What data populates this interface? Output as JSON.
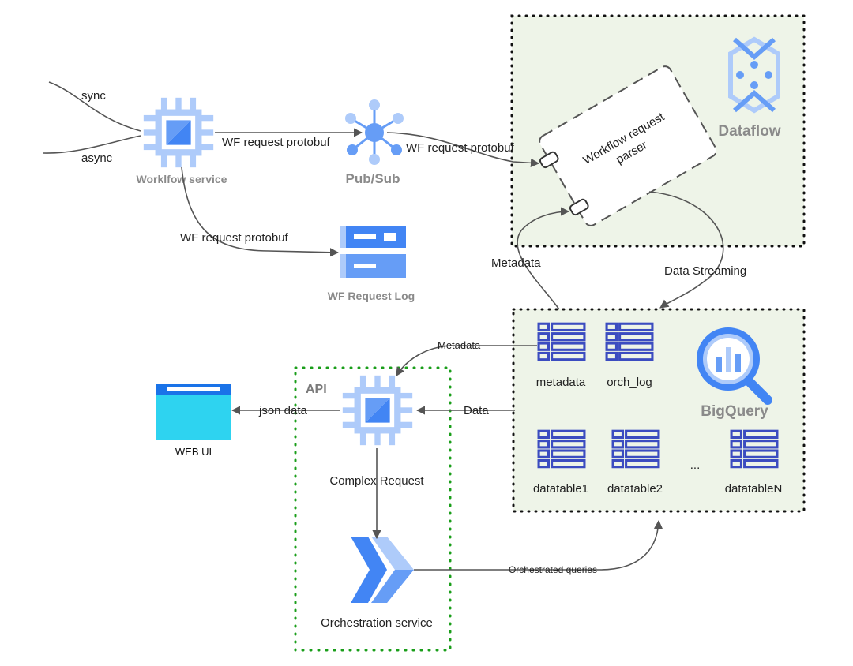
{
  "nodes": {
    "workflow_service": "Worklfow service",
    "pubsub": "Pub/Sub",
    "wf_request_log": "WF Request Log",
    "dataflow": "Dataflow",
    "parser": [
      "Workflow request",
      "parser"
    ],
    "bigquery": "BigQuery",
    "api": "API",
    "web_ui": "WEB UI",
    "orchestration": "Orchestration service"
  },
  "tables": {
    "metadata": "metadata",
    "orch_log": "orch_log",
    "datatable1": "datatable1",
    "datatable2": "datatable2",
    "ellipsis": "...",
    "datatableN": "datatableN"
  },
  "edges": {
    "sync": "sync",
    "async": "async",
    "ws_to_pubsub": "WF request protobuf",
    "pubsub_to_parser": "WF request protobuf",
    "ws_to_log": "WF request protobuf",
    "metadata_up": "Metadata",
    "data_streaming": "Data Streaming",
    "metadata_to_api": "Metadata",
    "data_to_api": "Data",
    "json_data": "json data",
    "complex_request": "Complex Request",
    "orchestrated_queries": "Orchestrated queries"
  },
  "colors": {
    "blue_dark": "#4285f4",
    "blue_mid": "#669df6",
    "blue_light": "#aecbfa",
    "table_blue": "#3b4cc0",
    "panel_green": "#eef4e8",
    "api_border": "#1a9e1a",
    "webui_cyan": "#2ed3f0",
    "webui_header": "#1a73e8"
  }
}
